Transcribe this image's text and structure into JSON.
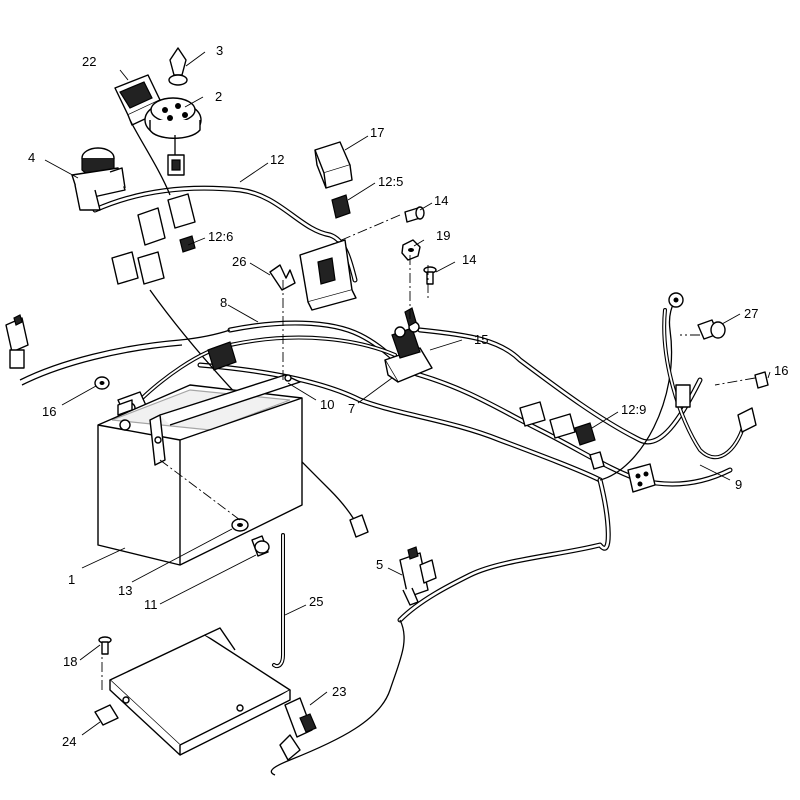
{
  "callouts": {
    "c1": "1",
    "c2": "2",
    "c3": "3",
    "c4": "4",
    "c5": "5",
    "c7": "7",
    "c8": "8",
    "c9": "9",
    "c10": "10",
    "c11": "11",
    "c12": "12",
    "c12_5": "12:5",
    "c12_6": "12:6",
    "c12_9": "12:9",
    "c13": "13",
    "c14a": "14",
    "c14b": "14",
    "c15": "15",
    "c16a": "16",
    "c16b": "16",
    "c17": "17",
    "c18": "18",
    "c19": "19",
    "c22": "22",
    "c23": "23",
    "c24": "24",
    "c25": "25",
    "c26": "26",
    "c27": "27"
  },
  "colors": {
    "line": "#000000",
    "background": "#ffffff"
  }
}
